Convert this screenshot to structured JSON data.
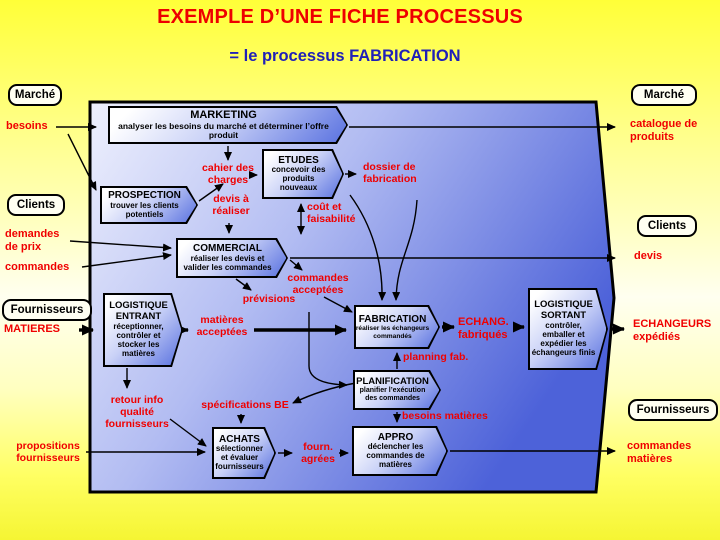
{
  "title": "EXEMPLE D’UNE FICHE PROCESSUS",
  "subtitle": "= le processus FABRICATION",
  "entities": {
    "marche_left": "Marché",
    "marche_right": "Marché",
    "clients_left": "Clients",
    "clients_right": "Clients",
    "fournisseurs_left": "Fournisseurs",
    "fournisseurs_right": "Fournisseurs"
  },
  "inputs": {
    "besoins": "besoins",
    "demandes_de_prix": "demandes de prix",
    "commandes": "commandes",
    "matieres": "MATIERES",
    "propositions_fournisseurs": "propositions fournisseurs"
  },
  "outputs": {
    "catalogue_de_produits": "catalogue de produits",
    "devis": "devis",
    "echangeurs_expedies": "ECHANGEURS expédiés",
    "commandes_matieres": "commandes matières"
  },
  "processes": {
    "marketing": {
      "title": "MARKETING",
      "desc": "analyser les besoins du marché et déterminer l’offre produit"
    },
    "prospection": {
      "title": "PROSPECTION",
      "desc": "trouver les clients potentiels"
    },
    "etudes": {
      "title": "ETUDES",
      "desc": "concevoir des produits nouveaux"
    },
    "commercial": {
      "title": "COMMERCIAL",
      "desc": "réaliser les devis et valider les commandes"
    },
    "logistique_entrant": {
      "title": "LOGISTIQUE ENTRANT",
      "desc": "réceptionner, contrôler et stocker les matières"
    },
    "fabrication": {
      "title": "FABRICATION",
      "desc": "réaliser les échangeurs commandés"
    },
    "logistique_sortant": {
      "title": "LOGISTIQUE SORTANT",
      "desc": "contrôler, emballer et expédier les échangeurs finis"
    },
    "planification": {
      "title": "PLANIFICATION",
      "desc": "planifier l’exécution des commandes"
    },
    "achats": {
      "title": "ACHATS",
      "desc": "sélectionner et évaluer fournisseurs"
    },
    "appro": {
      "title": "APPRO",
      "desc": "déclencher les commandes de matières"
    }
  },
  "flows": {
    "cahier_des_charges": "cahier des charges",
    "devis_a_realiser": "devis à réaliser",
    "cout_et_faisabilite": "coût et faisabilité",
    "dossier_de_fabrication": "dossier de fabrication",
    "commandes_acceptees": "commandes acceptées",
    "previsions": "prévisions",
    "matieres_acceptees": "matières acceptées",
    "echang_fabriques": "ECHANG. fabriqués",
    "planning_fab": "planning fab.",
    "specifications_be": "spécifications BE",
    "besoins_matieres": "besoins matières",
    "retour_info_qualite": "retour info qualité fournisseurs",
    "fourn_agrees": "fourn. agrées"
  },
  "colors": {
    "accent_red": "#F00000",
    "title_red": "#EE0000",
    "subtitle_blue": "#2020B8",
    "container_blue": "#4D62D9",
    "box_blue": "#5A72E0",
    "background_yellow": "#FFFF55"
  }
}
